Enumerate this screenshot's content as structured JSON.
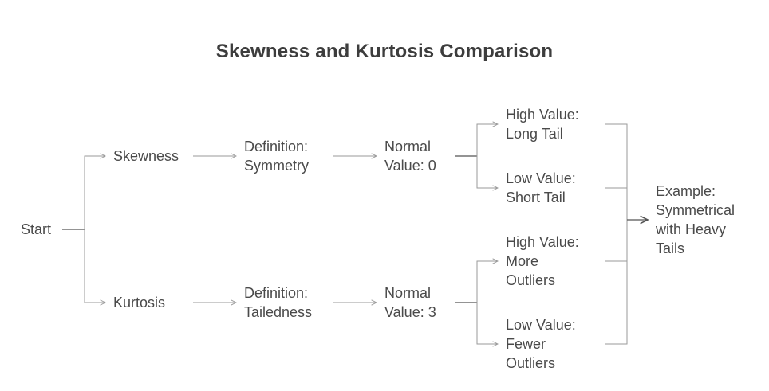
{
  "diagram": {
    "title": "Skewness and Kurtosis Comparison",
    "nodes": {
      "start": {
        "lines": [
          "Start"
        ]
      },
      "skewness": {
        "lines": [
          "Skewness"
        ]
      },
      "kurtosis": {
        "lines": [
          "Kurtosis"
        ]
      },
      "def_skew": {
        "lines": [
          "Definition:",
          "Symmetry"
        ]
      },
      "def_kurt": {
        "lines": [
          "Definition:",
          "Tailedness"
        ]
      },
      "normal_skew": {
        "lines": [
          "Normal",
          "Value: 0"
        ]
      },
      "normal_kurt": {
        "lines": [
          "Normal",
          "Value: 3"
        ]
      },
      "high_skew": {
        "lines": [
          "High Value:",
          "Long Tail"
        ]
      },
      "low_skew": {
        "lines": [
          "Low Value:",
          "Short Tail"
        ]
      },
      "high_kurt": {
        "lines": [
          "High Value:",
          "More",
          "Outliers"
        ]
      },
      "low_kurt": {
        "lines": [
          "Low Value:",
          "Fewer",
          "Outliers"
        ]
      },
      "example": {
        "lines": [
          "Example:",
          "Symmetrical",
          "with Heavy",
          "Tails"
        ]
      }
    },
    "colors": {
      "text": "#4a4a4a",
      "title": "#3d3d3d",
      "edge": "#9a9a9a",
      "edge_dark": "#555555"
    }
  }
}
